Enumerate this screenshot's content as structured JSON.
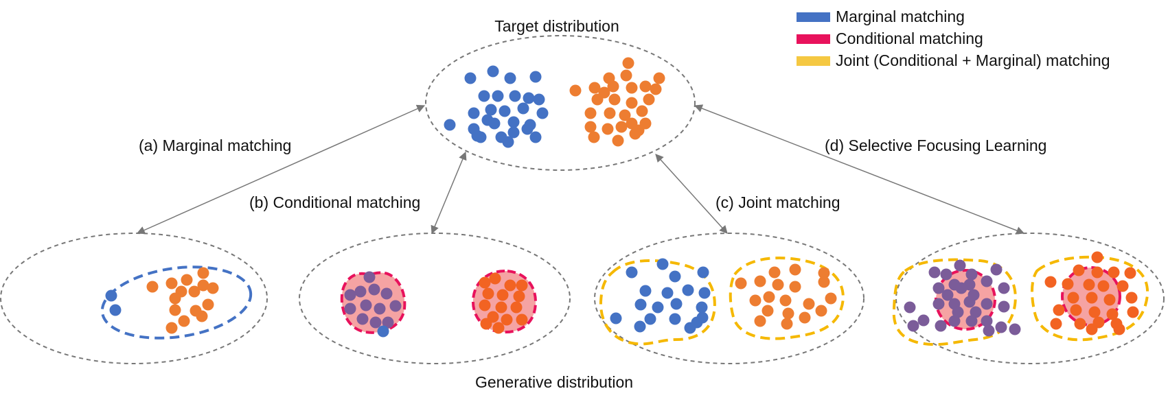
{
  "colors": {
    "blue": "#4472c4",
    "orange": "#ed7d31",
    "purple": "#7b5c99",
    "red_orange": "#f26322",
    "pink_fill": "#f5a3a3",
    "magenta": "#e8125c",
    "gold": "#f5b800",
    "gray": "#777777"
  },
  "legend": [
    {
      "label": "Marginal matching",
      "color": "#4472c4"
    },
    {
      "label": "Conditional matching",
      "color": "#e8125c"
    },
    {
      "label": "Joint (Conditional + Marginal) matching",
      "color": "#f5c842"
    }
  ],
  "labels": {
    "target": "Target distribution",
    "generative": "Generative distribution",
    "a": "(a) Marginal matching",
    "b": "(b) Conditional matching",
    "c": "(c) Joint matching",
    "d": "(d) Selective Focusing Learning"
  }
}
